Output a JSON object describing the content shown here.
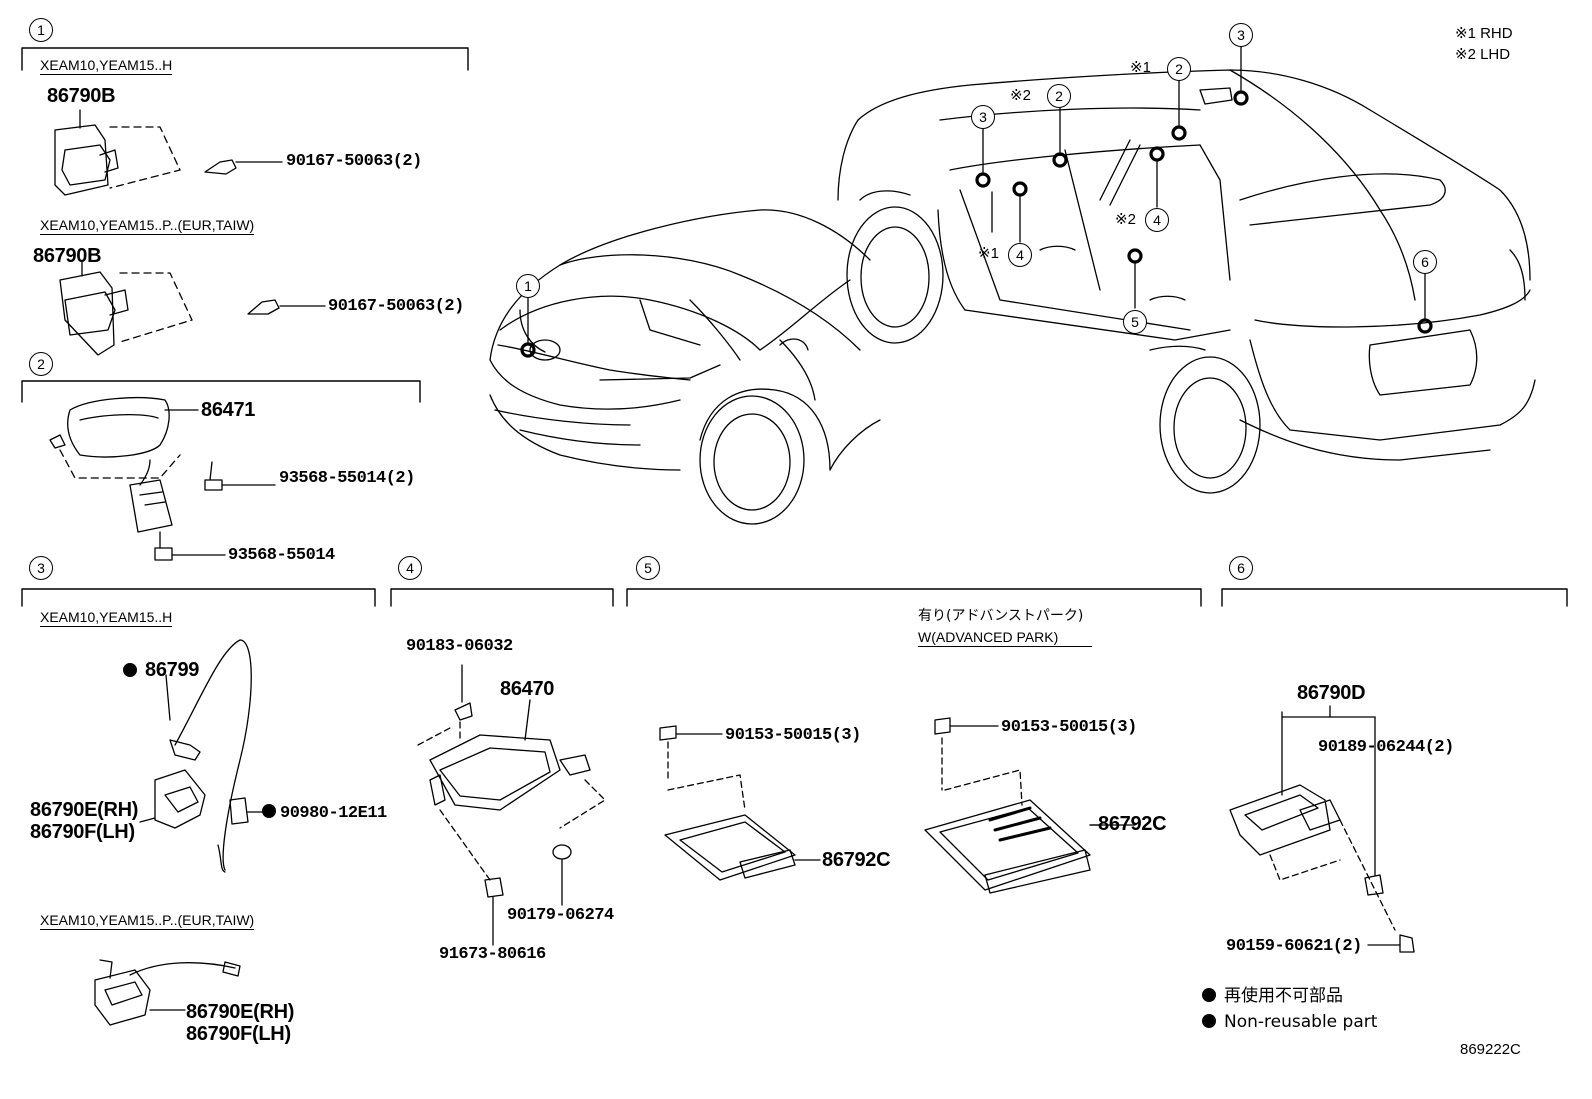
{
  "notes": {
    "rhd": "※1 RHD",
    "lhd": "※2 LHD",
    "mark1": "※1",
    "mark2": "※2"
  },
  "callout_numbers": [
    "1",
    "2",
    "3",
    "4",
    "5",
    "6"
  ],
  "sections": {
    "s1": {
      "num": "1",
      "variant_a": "XEAM10,YEAM15..H",
      "part_a": "86790B",
      "screw_a": "90167-50063(2)",
      "variant_b": "XEAM10,YEAM15..P..(EUR,TAIW)",
      "part_b": "86790B",
      "screw_b": "90167-50063(2)"
    },
    "s2": {
      "num": "2",
      "part": "86471",
      "screw_a": "93568-55014(2)",
      "screw_b": "93568-55014"
    },
    "s3": {
      "num": "3",
      "variant_a": "XEAM10,YEAM15..H",
      "harness": "86799",
      "camera_rh": "86790E(RH)",
      "camera_lh": "86790F(LH)",
      "clip": "90980-12E11",
      "variant_b": "XEAM10,YEAM15..P..(EUR,TAIW)",
      "camera_rh_b": "86790E(RH)",
      "camera_lh_b": "86790F(LH)"
    },
    "s4": {
      "num": "4",
      "nut": "90183-06032",
      "module": "86470",
      "grommet": "90179-06274",
      "bolt": "91673-80616"
    },
    "s5": {
      "num": "5",
      "screw_a": "90153-50015(3)",
      "ecu_a": "86792C",
      "option_jp": "有り(アドバンストパーク)",
      "option_en": "W(ADVANCED PARK)",
      "screw_b": "90153-50015(3)",
      "ecu_b": "86792C"
    },
    "s6": {
      "num": "6",
      "camera": "86790D",
      "clip": "90189-06244(2)",
      "screw": "90159-60621(2)"
    }
  },
  "legend": {
    "jp": "再使用不可部品",
    "en": "Non-reusable part"
  },
  "ref_code": "869222C",
  "colors": {
    "line": "#000000",
    "background": "#ffffff"
  }
}
